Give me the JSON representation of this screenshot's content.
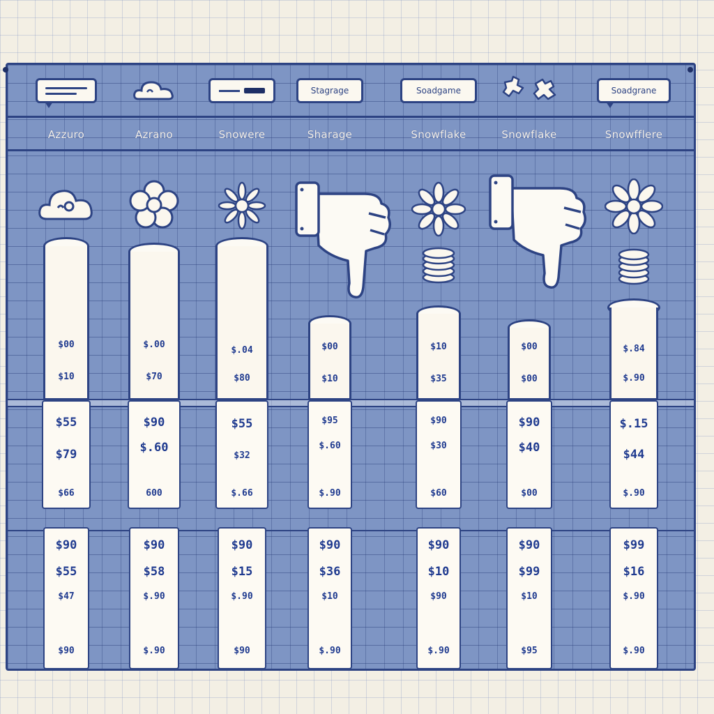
{
  "colors": {
    "ink": "#2d4383",
    "board": "#7e95c4",
    "paper": "#fbf7ee",
    "text": "#1f3a8f"
  },
  "columns": [
    {
      "header": {
        "icon": "speech-bubble-icon",
        "text": ""
      },
      "name": "Azzuro",
      "icon": "cloud-icon",
      "prices": [
        "$00",
        "$10",
        "$55",
        "$79",
        "$66",
        "$90",
        "$55",
        "$47",
        "$90"
      ]
    },
    {
      "header": {
        "icon": "cloud-icon",
        "text": ""
      },
      "name": "Azrano",
      "icon": "flower-icon",
      "prices": [
        "$.00",
        "$70",
        "$90",
        "$.60",
        "600",
        "$90",
        "$58",
        "$.90",
        "$.90"
      ]
    },
    {
      "header": {
        "icon": "input-bar-icon",
        "text": ""
      },
      "name": "Snowere",
      "icon": "flower-icon",
      "prices": [
        "$.04",
        "$80",
        "$55",
        "$32",
        "$.66",
        "$90",
        "$15",
        "$.90",
        "$90"
      ]
    },
    {
      "header": {
        "icon": "",
        "text": "Stagrage"
      },
      "name": "Sharage",
      "icon": "thumbs-down-icon",
      "prices": [
        "$00",
        "$10",
        "$95",
        "$.60",
        "$.90",
        "$90",
        "$36",
        "$10",
        "$.90"
      ]
    },
    {
      "header": {
        "icon": "",
        "text": "Soadgame"
      },
      "name": "Snowflake",
      "icon": "flower-icon",
      "prices": [
        "$10",
        "$35",
        "$90",
        "$30",
        "$60",
        "$90",
        "$10",
        "$90",
        "$.90"
      ]
    },
    {
      "header": {
        "icon": "puzzle-icon",
        "text": ""
      },
      "name": "Snowflake",
      "icon": "thumbs-down-icon",
      "prices": [
        "$00",
        "$00",
        "$90",
        "$40",
        "$00",
        "$90",
        "$99",
        "$10",
        "$95"
      ]
    },
    {
      "header": {
        "icon": "speech-bubble-icon",
        "text": "Soadgrane"
      },
      "name": "Snowfflere",
      "icon": "flower-icon",
      "prices": [
        "$.84",
        "$.90",
        "$.15",
        "$44",
        "$.90",
        "$99",
        "$16",
        "$.90",
        "$.90"
      ]
    }
  ]
}
